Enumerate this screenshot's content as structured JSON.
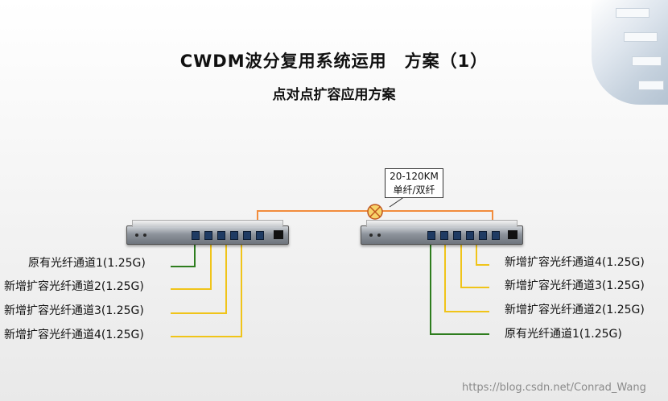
{
  "title": "CWDM波分复用系统运用　方案（1）",
  "subtitle": "点对点扩容应用方案",
  "distance": {
    "range": "20-120KM",
    "fiber": "单纤/双纤"
  },
  "left_channels": [
    "原有光纤通道1(1.25G)",
    "新增扩容光纤通道2(1.25G)",
    "新增扩容光纤通道3(1.25G)",
    "新增扩容光纤通道4(1.25G)"
  ],
  "right_channels": [
    "新增扩容光纤通道4(1.25G)",
    "新增扩容光纤通道3(1.25G)",
    "新增扩容光纤通道2(1.25G)",
    "原有光纤通道1(1.25G)"
  ],
  "watermark": "https://blog.csdn.net/Conrad_Wang",
  "colors": {
    "original_channel": "#2e7d1e",
    "new_channel": "#f0c419",
    "trunk_fiber": "#f28c3c"
  }
}
